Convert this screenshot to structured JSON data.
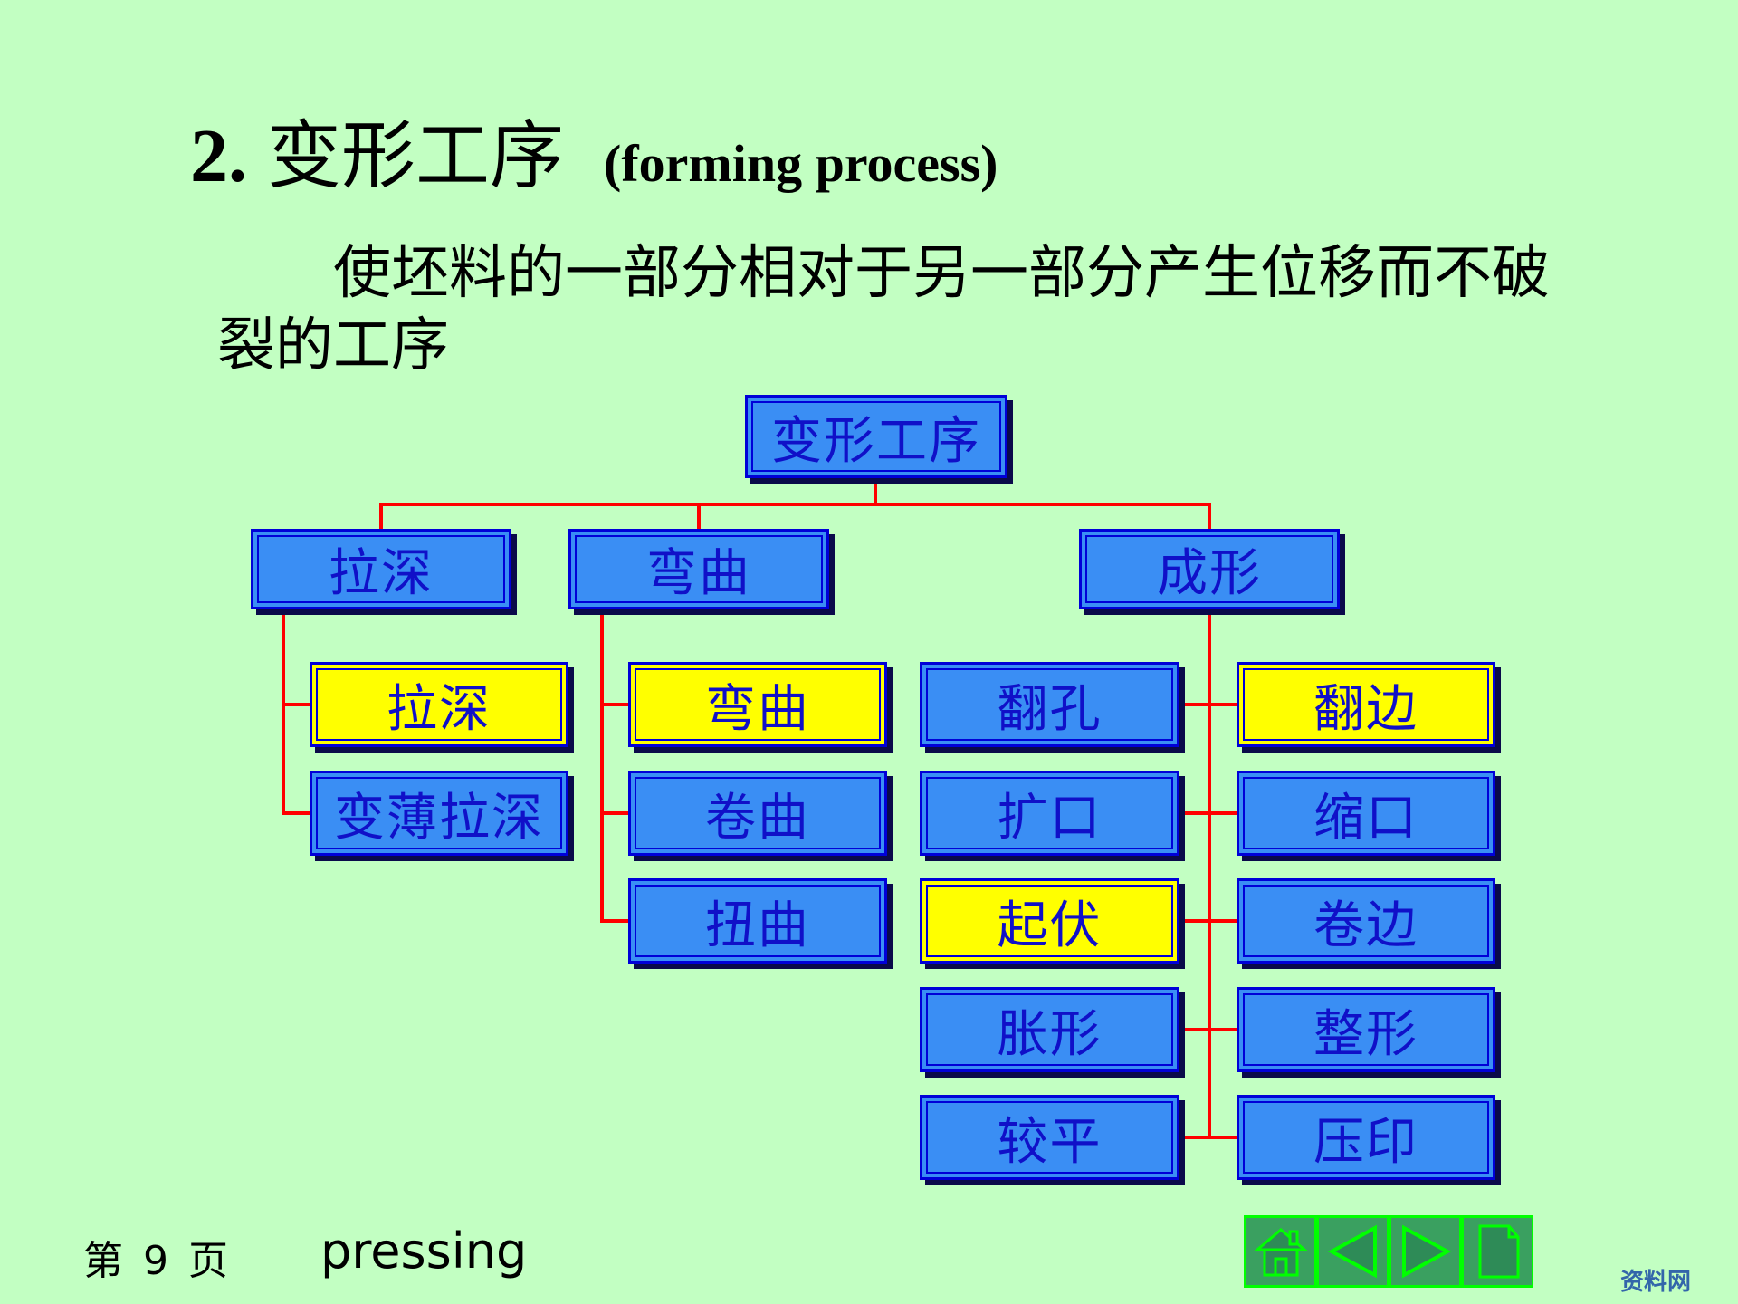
{
  "title": {
    "number": "2.",
    "chinese": "变形工序",
    "english": "(forming process)"
  },
  "description": "使坯料的一部分相对于另一部分产生位移而不破裂的工序",
  "diagram": {
    "root": "变形工序",
    "categories": [
      "拉深",
      "弯曲",
      "成形"
    ],
    "drawing_items": [
      "拉深",
      "变薄拉深"
    ],
    "bending_items": [
      "弯曲",
      "卷曲",
      "扭曲"
    ],
    "forming_left": [
      "翻孔",
      "扩口",
      "起伏",
      "胀形",
      "较平"
    ],
    "forming_right": [
      "翻边",
      "缩口",
      "卷边",
      "整形",
      "压印"
    ],
    "highlight_color": "#ffff00",
    "box_color": "#3a8ef4",
    "line_color": "#ff0000"
  },
  "footer": {
    "page_prefix": "第",
    "page_number": "9",
    "page_suffix": "页",
    "course": "pressing"
  },
  "nav": {
    "buttons": [
      "home-icon",
      "previous-icon",
      "next-icon",
      "page-icon"
    ]
  },
  "watermark": "资料网"
}
